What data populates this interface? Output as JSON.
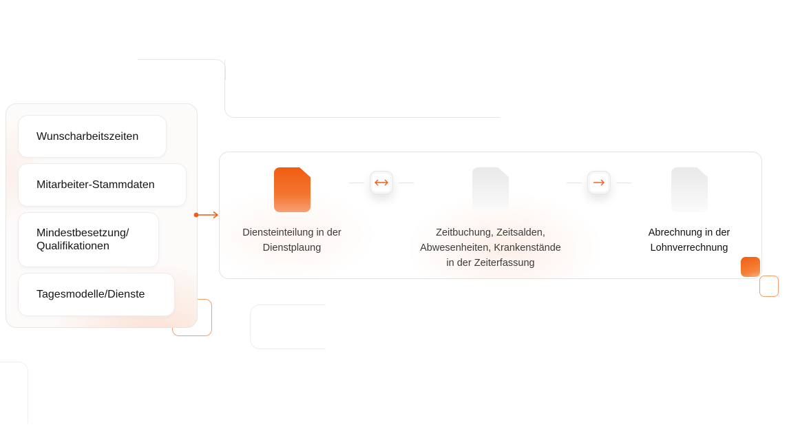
{
  "colors": {
    "accent": "#F25C11",
    "accent_soft": "#F6A074",
    "border": "#E4E4E4",
    "idle_doc": "#EDEDED"
  },
  "sources": {
    "items": [
      {
        "label": "Wunscharbeitszeiten"
      },
      {
        "label": "Mitarbeiter-Stammdaten"
      },
      {
        "label_line1": "Mindestbesetzung/",
        "label_line2": "Qualifikationen"
      },
      {
        "label": "Tagesmodelle/Dienste"
      }
    ]
  },
  "flow": {
    "steps": [
      {
        "line1": "Diensteinteilung in der",
        "line2": "Dienstplaung",
        "icon": "document-icon",
        "state": "active"
      },
      {
        "line1": "Zeitbuchung, Zeitsalden,",
        "line2": "Abwesenheiten, Krankenstände",
        "line3": "in der Zeiterfassung",
        "icon": "document-icon",
        "state": "idle"
      },
      {
        "line1": "Abrechnung in der",
        "line2": "Lohnverrechnung",
        "icon": "document-icon",
        "state": "idle"
      }
    ],
    "connectors": [
      {
        "icon": "bidirectional-arrow-icon",
        "direction": "both"
      },
      {
        "icon": "right-arrow-icon",
        "direction": "right"
      }
    ]
  }
}
